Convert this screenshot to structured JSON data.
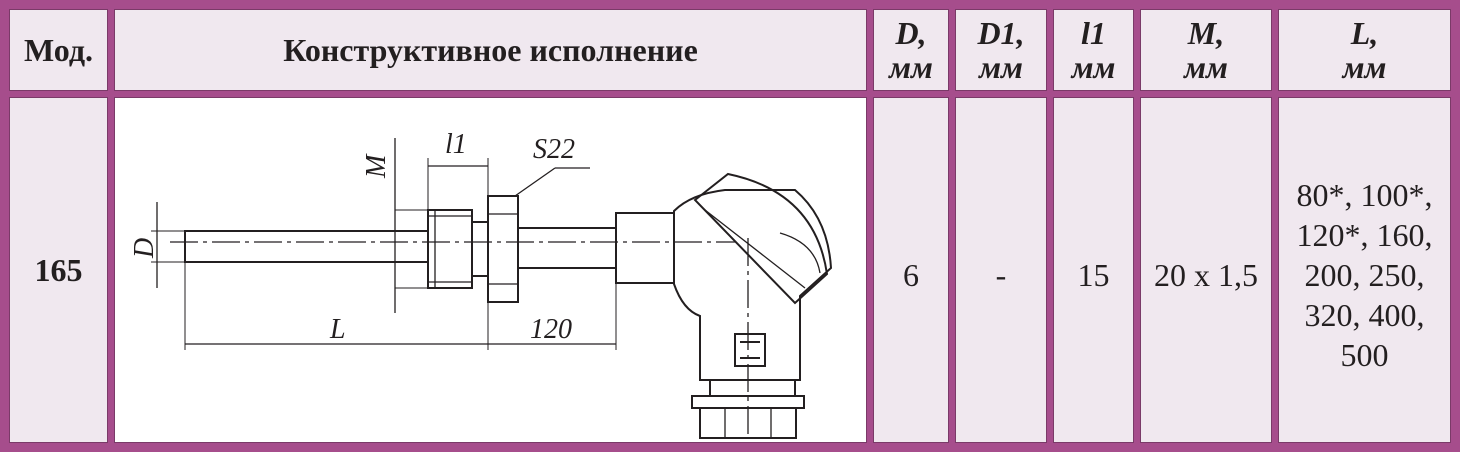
{
  "header": {
    "model": "Мод.",
    "design": "Конструктивное исполнение",
    "columns": [
      {
        "key": "D",
        "name": "D,",
        "unit": "мм"
      },
      {
        "key": "D1",
        "name": "D1,",
        "unit": "мм"
      },
      {
        "key": "l1",
        "name": "l1",
        "unit": "мм"
      },
      {
        "key": "M",
        "name": "M,",
        "unit": "мм"
      },
      {
        "key": "L",
        "name": "L,",
        "unit": "мм"
      }
    ]
  },
  "row": {
    "model": "165",
    "D": "6",
    "D1": "-",
    "l1": "15",
    "M": "20 x 1,5",
    "L_lines": [
      "80*, 100*,",
      "120*, 160,",
      "200, 250,",
      "320, 400,",
      "500"
    ]
  },
  "drawing": {
    "labels": {
      "M": "M",
      "l1": "l1",
      "S22": "S22",
      "D": "D",
      "L": "L",
      "len120": "120"
    }
  },
  "colors": {
    "frame": "#a64d8c",
    "cell": "#f0e8ef",
    "text": "#231f20"
  }
}
